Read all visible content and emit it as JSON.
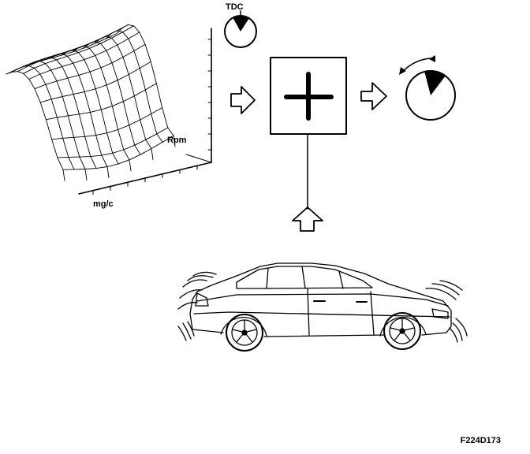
{
  "map": {
    "axis_rpm_label": "Rpm",
    "axis_load_label": "mg/c"
  },
  "tdc_gauge": {
    "label": "TDC"
  },
  "figure_code": "F224D173",
  "icons": [
    "timing-map-3d-icon",
    "tdc-clock-icon",
    "sum-plus-icon",
    "timing-advance-clock-icon",
    "car-vibration-icon",
    "arrow-right-icon",
    "arrow-up-icon"
  ],
  "colors": {
    "ink": "#000000",
    "paper": "#ffffff"
  }
}
